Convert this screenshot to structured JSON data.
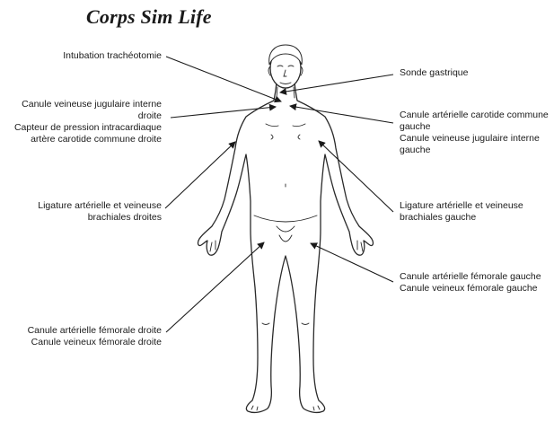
{
  "title": "Corps Sim Life",
  "labels": {
    "intubation": "Intubation trachéotomie",
    "sonde": "Sonde gastrique",
    "jug_droite_1": "Canule veineuse jugulaire interne",
    "jug_droite_2": "droite",
    "capteur_1": "Capteur de pression intracardiaque",
    "capteur_2": "artère carotide commune droite",
    "carotide_gauche_1": "Canule artérielle carotide commune",
    "carotide_gauche_2": "gauche",
    "jug_gauche_1": "Canule veineuse jugulaire interne",
    "jug_gauche_2": "gauche",
    "brach_droite_1": "Ligature artérielle et veineuse",
    "brach_droite_2": "brachiales droites",
    "brach_gauche_1": "Ligature artérielle et veineuse",
    "brach_gauche_2": "brachiales gauche",
    "fem_art_gauche": "Canule artérielle fémorale gauche",
    "fem_vein_gauche": "Canule veineux fémorale gauche",
    "fem_art_droite": "Canule artérielle fémorale droite",
    "fem_vein_droite": "Canule veineux fémorale droite"
  }
}
